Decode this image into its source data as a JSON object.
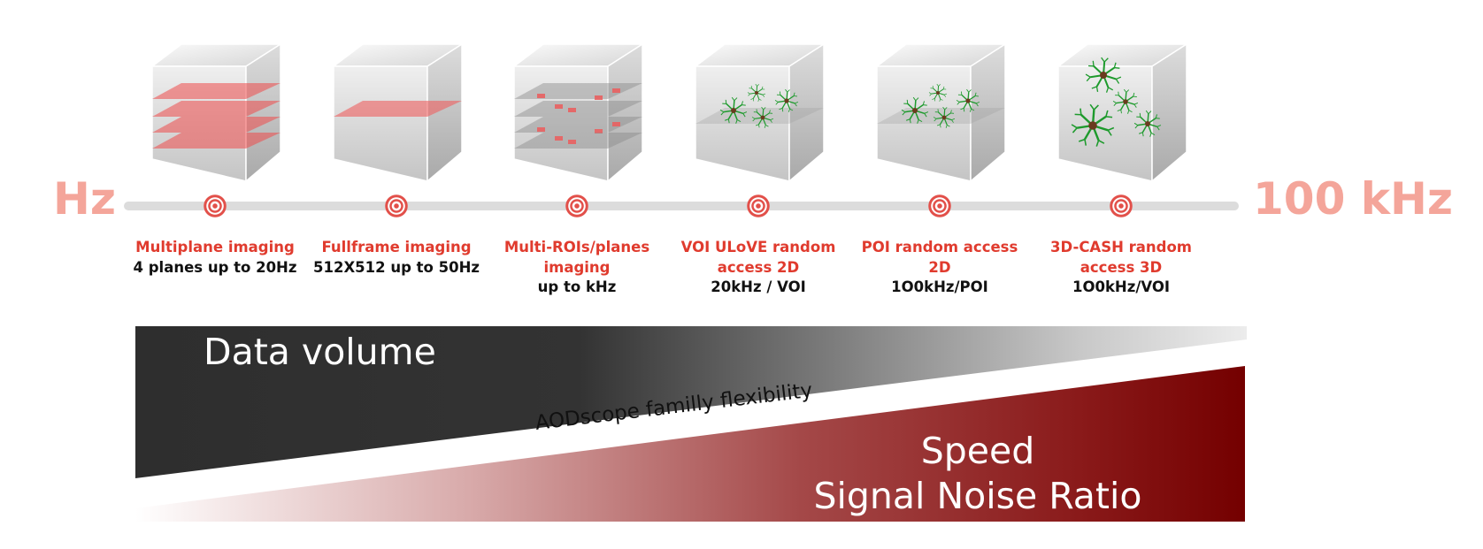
{
  "axis": {
    "low": "Hz",
    "high": "100 kHz"
  },
  "modes": [
    {
      "title": "Multiplane imaging",
      "detail": "4 planes up to 20Hz",
      "cube": "planes-4"
    },
    {
      "title": "Fullframe imaging",
      "detail": "512X512 up to 50Hz",
      "cube": "plane-1"
    },
    {
      "title": "Multi-ROIs/planes imaging",
      "detail": "up to kHz",
      "cube": "rois"
    },
    {
      "title": "VOI ULoVE random access 2D",
      "detail": "20kHz / VOI",
      "cube": "neurons-plane"
    },
    {
      "title": "POI random access 2D",
      "detail": "1O0kHz/POI",
      "cube": "neurons-plane"
    },
    {
      "title": "3D-CASH random access 3D",
      "detail": "1O0kHz/VOI",
      "cube": "neurons-3d"
    }
  ],
  "bands": {
    "data_volume": "Data volume",
    "flexibility": "AODscope familly flexibility",
    "speed": "Speed",
    "snr": "Signal Noise Ratio"
  },
  "colors": {
    "accent_red": "#e03b2e",
    "axis_pink": "#f4a59a",
    "dark_band": "#2e2e2e",
    "red_band": "#7a0000",
    "neuron_green": "#1d9a2c"
  }
}
